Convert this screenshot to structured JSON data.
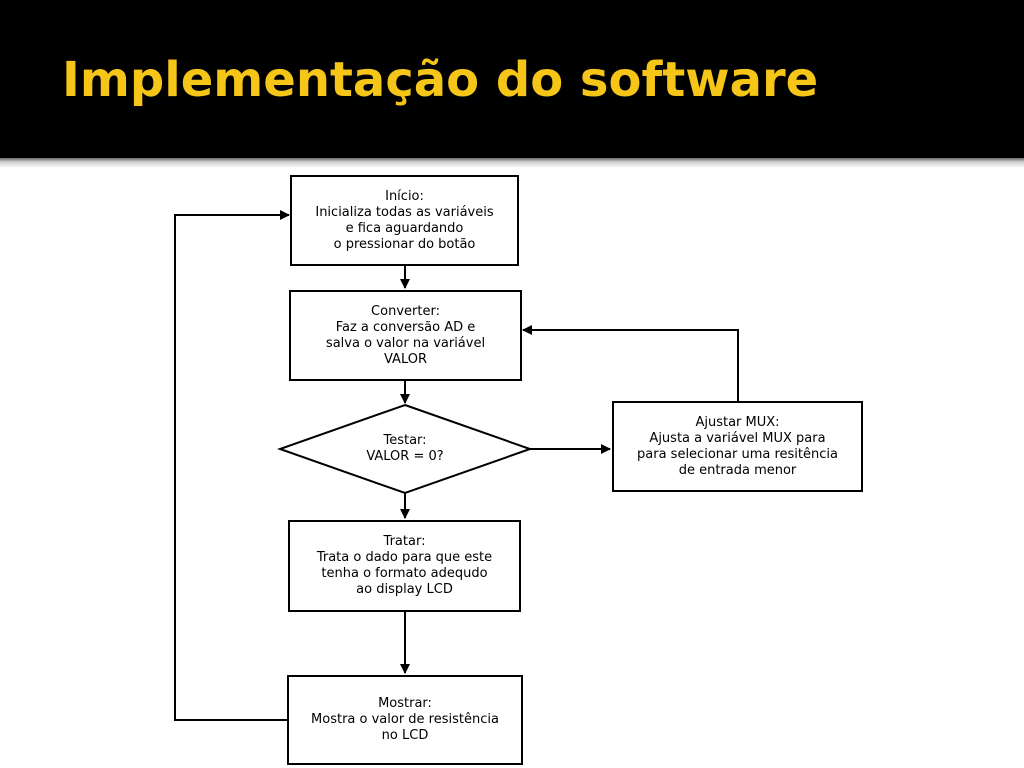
{
  "slide": {
    "title": "Implementação do software",
    "title_color": "#f5c518",
    "background": "#000000"
  },
  "flowchart": {
    "inicio": {
      "heading": "Início:",
      "line1": "Inicializa todas as variáveis",
      "line2": "e fica aguardando",
      "line3": "o pressionar do botão"
    },
    "converter": {
      "heading": "Converter:",
      "line1": "Faz a conversão AD e",
      "line2": "salva o valor na variável",
      "line3": "VALOR"
    },
    "testar": {
      "heading": "Testar:",
      "line1": "VALOR = 0?"
    },
    "ajustar": {
      "heading": "Ajustar MUX:",
      "line1": "Ajusta a variável MUX para",
      "line2": "para selecionar uma resitência",
      "line3": "de entrada menor"
    },
    "tratar": {
      "heading": "Tratar:",
      "line1": "Trata o dado para que este",
      "line2": "tenha o formato adequdo",
      "line3": "ao display LCD"
    },
    "mostrar": {
      "heading": "Mostrar:",
      "line1": "Mostra o valor de resistência",
      "line2": "no LCD"
    }
  }
}
